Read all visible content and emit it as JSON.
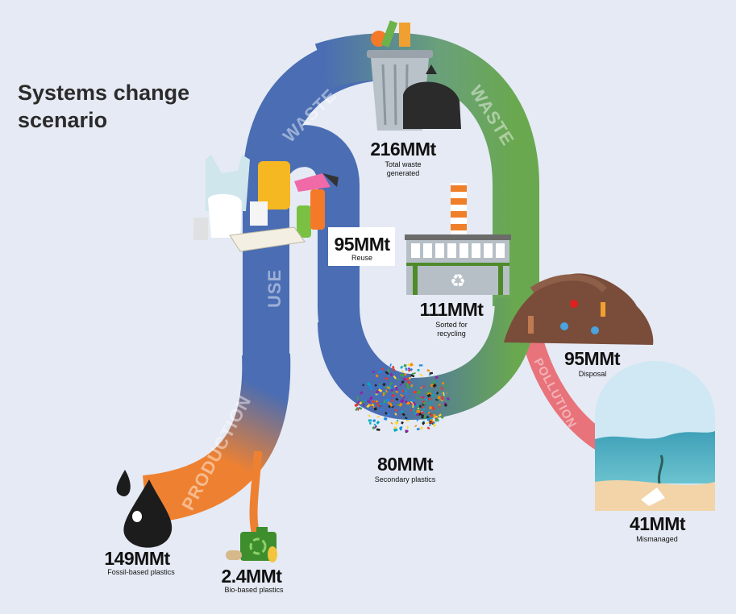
{
  "title": "Systems change scenario",
  "flows": {
    "waste_left": "WASTE",
    "waste_right": "WASTE",
    "use": "USE",
    "production": "PRODUCTION",
    "pollution": "POLLUTION"
  },
  "nodes": {
    "total_waste": {
      "value": "216MMt",
      "label": "Total waste generated"
    },
    "reuse": {
      "value": "95MMt",
      "label": "Reuse"
    },
    "sorted": {
      "value": "111MMt",
      "label": "Sorted for recycling"
    },
    "disposal": {
      "value": "95MMt",
      "label": "Disposal"
    },
    "secondary": {
      "value": "80MMt",
      "label": "Secondary plastics"
    },
    "mismanaged": {
      "value": "41MMt",
      "label": "Mismanaged"
    },
    "fossil": {
      "value": "149MMt",
      "label": "Fossil-based plastics"
    },
    "bio": {
      "value": "2.4MMt",
      "label": "Bio-based plastics"
    }
  },
  "colors": {
    "blue": "#4a6db3",
    "green": "#6aa84f",
    "orange": "#ee8131",
    "pink": "#e8737b",
    "background": "#e5eaf4"
  }
}
